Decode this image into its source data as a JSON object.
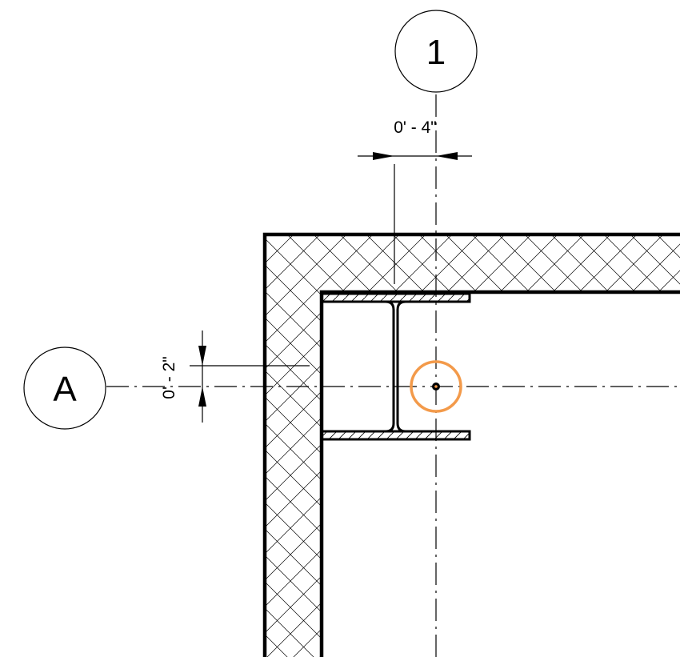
{
  "grids": {
    "vertical": {
      "label": "1"
    },
    "horizontal": {
      "label": "A"
    }
  },
  "dimensions": {
    "horizontal": {
      "text": "0' - 4\""
    },
    "vertical": {
      "text": "0' - 2\""
    }
  },
  "colors": {
    "line": "#000000",
    "selection": "#f39a4a"
  }
}
